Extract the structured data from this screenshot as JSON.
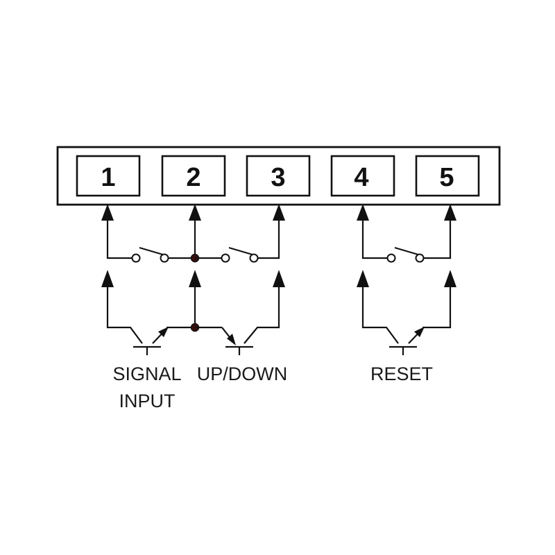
{
  "terminals": [
    "1",
    "2",
    "3",
    "4",
    "5"
  ],
  "labels": {
    "signal_line1": "SIGNAL",
    "signal_line2": "INPUT",
    "updown": "UP/DOWN",
    "reset": "RESET"
  },
  "colors": {
    "line": "#111111",
    "node": "#3a0d0d",
    "background": "#ffffff"
  }
}
